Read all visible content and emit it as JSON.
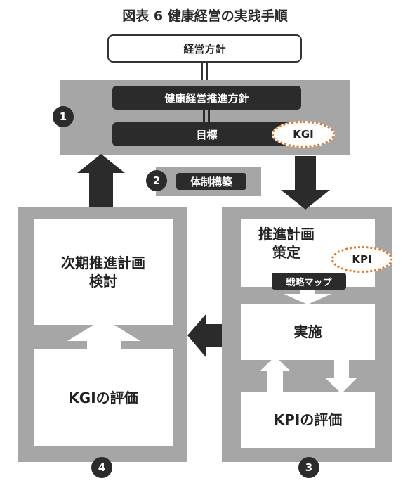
{
  "title": "図表 6 健康経営の実践手順",
  "policy_label": "経営方針",
  "step1": {
    "number": "1",
    "health_policy": "健康経営推進方針",
    "goal": "目標",
    "goal_indicator": "KGI"
  },
  "step2": {
    "number": "2",
    "label": "体制構築"
  },
  "step3": {
    "number": "3",
    "plan_line1": "推進計画",
    "plan_line2": "策定",
    "plan_indicator": "KPI",
    "strategy_map": "戦略マップ",
    "implementation": "実施",
    "kpi_eval": "KPIの評価"
  },
  "step4": {
    "number": "4",
    "next_line1": "次期推進計画",
    "next_line2": "検討",
    "kgi_eval": "KGIの評価"
  },
  "colors": {
    "gray": "#a6a6a6",
    "dark": "#2b2b2b",
    "accent": "#e07b2c",
    "white": "#ffffff"
  }
}
